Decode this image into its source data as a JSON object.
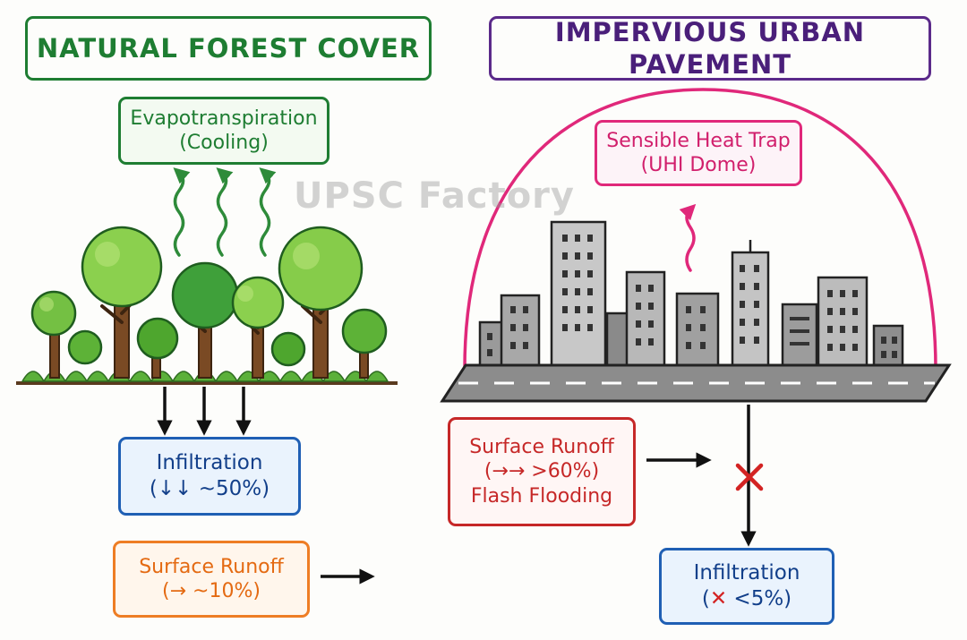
{
  "watermark": "UPSC Factory",
  "left_panel": {
    "title": "NATURAL FOREST COVER",
    "evapotranspiration": {
      "line1": "Evapotranspiration",
      "line2": "(Cooling)"
    },
    "infiltration": {
      "line1": "Infiltration",
      "line2": "(↓↓ ~50%)"
    },
    "surface_runoff": {
      "line1": "Surface Runoff",
      "line2": "(→ ~10%)"
    }
  },
  "right_panel": {
    "title": "IMPERVIOUS URBAN PAVEMENT",
    "heat_trap": {
      "line1": "Sensible Heat Trap",
      "line2": "(UHI Dome)"
    },
    "surface_runoff": {
      "line1": "Surface Runoff",
      "line2": "(→→ >60%)",
      "line3": "Flash Flooding"
    },
    "infiltration": {
      "line1": "Infiltration",
      "line2_symbol": "✕",
      "line2_text": " <5%)",
      "line2_prefix": "("
    }
  },
  "colors": {
    "forest": "#1e7d32",
    "urban": "#5b2a8a",
    "heat": "#e0287a",
    "runoff_urban": "#c62828",
    "infiltration": "#1f5fb4",
    "runoff_forest": "#ee7d24"
  }
}
